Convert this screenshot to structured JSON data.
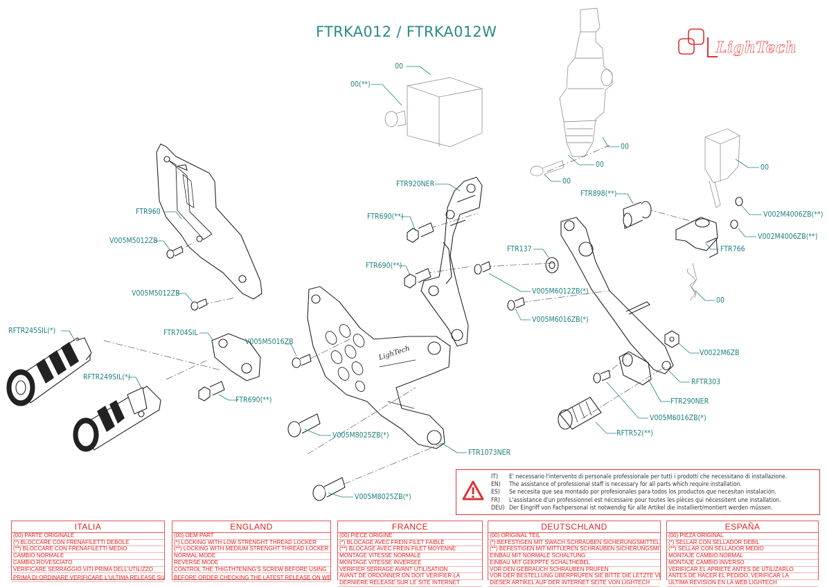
{
  "title": "FTRKA012 / FTRKA012W",
  "brand": {
    "name": "LighTech",
    "color": "#e03030"
  },
  "colors": {
    "label": "#1d7f7f",
    "title": "#2a8a8a",
    "warning": "#d33333"
  },
  "labels": [
    {
      "id": "00-a",
      "text": "00"
    },
    {
      "id": "00-b",
      "text": "00(**)"
    },
    {
      "id": "00-c",
      "text": "00"
    },
    {
      "id": "00-d",
      "text": "00"
    },
    {
      "id": "00-e",
      "text": "00"
    },
    {
      "id": "00-f",
      "text": "00"
    },
    {
      "id": "00-g",
      "text": "00"
    },
    {
      "id": "ftr960",
      "text": "FTR960"
    },
    {
      "id": "v005m5012zb-a",
      "text": "V005M5012ZB"
    },
    {
      "id": "v005m5012zb-b",
      "text": "V005M5012ZB"
    },
    {
      "id": "ftr920ner",
      "text": "FTR920NER"
    },
    {
      "id": "ftr690-a",
      "text": "FTR690(**)"
    },
    {
      "id": "ftr690-b",
      "text": "FTR690(**)"
    },
    {
      "id": "ftr690-c",
      "text": "FTR690(**)"
    },
    {
      "id": "ftr898",
      "text": "FTR898(**)"
    },
    {
      "id": "ftr137",
      "text": "FTR137"
    },
    {
      "id": "v002m4006zb-a",
      "text": "V002M4006ZB(**)"
    },
    {
      "id": "v002m4006zb-b",
      "text": "V002M4006ZB(**)"
    },
    {
      "id": "ftr766",
      "text": "FTR766"
    },
    {
      "id": "v005m6012zb",
      "text": "V005M6012ZB(*)"
    },
    {
      "id": "v005m6016zb-a",
      "text": "V005M6016ZB(*)"
    },
    {
      "id": "v005m6016zb-b",
      "text": "V005M6016ZB(*)"
    },
    {
      "id": "rftr245sil",
      "text": "RFTR245SIL(*)"
    },
    {
      "id": "ftr704sil",
      "text": "FTR704SIL"
    },
    {
      "id": "v005m5016zb",
      "text": "V005M5016ZB"
    },
    {
      "id": "rftr249sil",
      "text": "RFTR249SIL(*)"
    },
    {
      "id": "v0022m6zb",
      "text": "V0022M6ZB"
    },
    {
      "id": "rftr303",
      "text": "RFTR303"
    },
    {
      "id": "ftr290ner",
      "text": "FTR290NER"
    },
    {
      "id": "rftr521",
      "text": "RFTR52(**)"
    },
    {
      "id": "v005m8025zb-a",
      "text": "V005M8025ZB(*)"
    },
    {
      "id": "v005m8025zb-b",
      "text": "V005M8025ZB(*)"
    },
    {
      "id": "ftr1073ner",
      "text": "FTR1073NER"
    }
  ],
  "warning": {
    "codes": [
      "IT)",
      "EN)",
      "ES)",
      "FR)",
      "DEU)"
    ],
    "lines": [
      "E' necessario l'intervento di personale professionale per tutti i prodotti che necessitano di installazione.",
      "The assistance of professional staff is necessary for all parts which require installation.",
      "Se necesita que sea montado por profesionales para todos los productos que necesitan instalación.",
      "L'assistance d'un professionnel est nécessaire pour toutes les pièces qui nécessitent une installation.",
      "Der Eingriff von Fachpersonal ist notwendig  für alle Artikel die installiert/montiert werden müssen."
    ]
  },
  "languages": [
    {
      "name": "ITALIA",
      "lines": [
        "(00) PARTE ORIGINALE",
        "(*)  BLOCCARE CON FRENAFILETTI DEBOLE",
        "(**)  BLOCCARE CON FRENAFILETTI MEDIO",
        "CAMBIO NORMALE",
        "CAMBIO ROVESCIATO",
        "VERIFICARE SERRAGGIO VITI PRIMA DELL'UTILIZZO",
        "PRIMA DI ORDINARE VERIFICARE L'ULTIMA RELEASE SUL SITO"
      ]
    },
    {
      "name": "ENGLAND",
      "lines": [
        "(00) OEM PART",
        "(*)  LOCKING WITH LOW STRENGHT THREAD LOCKER",
        "(**)  LOCKING WITH MEDIUM STRENGHT THREAD LOCKER",
        "NORMAL MODE",
        "REVERSE MODE",
        "CONTROL THE THIGTHTENING'S SCREW BEFORE USING",
        "BEFORE ORDER CHECKING THE LATEST RELEASE ON WEBSITE"
      ]
    },
    {
      "name": "FRANCE",
      "lines": [
        "(00) PIECE ORIGINE",
        "(*)  BLOCAGE AVEC FREIN FILET FAIBLE",
        "(**)  BLOCAGE AVEC FREIN FILET MOYENNE",
        "MONTAGE VITESSE NORMALE",
        "MONTAGE VITESSE INVERSEE",
        "VERIFIER SERRAGE AVANT UTILISATION",
        "AVANT DE ORDONNER ON DOIT VERIFIER LA",
        "DERNIERE RELEASE SUR LE SITE INTERNET"
      ]
    },
    {
      "name": "DEUTSCHLAND",
      "lines": [
        "(00) ORIGINAL TEIL",
        "(*)  BEFESTIGEN MIT SWACH SCHRAUBEN SICHERUNGSMITTEL",
        "(**)  BEFESTIGEN MIT MITTLEREN SCHRAUBEN SICHERUNGSMITTEL",
        "EINBAU MIT NORMALE SCHALTUNG",
        "EINBAU MIT GEKPPTE SCHALTHEBEL",
        "VOR DEN GEBRAUCH SCHRAUBEN PRÜFEN",
        "VOR DER BESTELLUNG ÜBERPRÜFEN SIE BITTE DIE LETZTE VERSION",
        "DIESER ARTIKEL AUF DER INTERNET SEITE VON LIGHTECH"
      ]
    },
    {
      "name": "ESPAÑA",
      "lines": [
        "(00) PIEZA ORIGINAL",
        "(*)  SELLAR CON SELLADOR DEBIL",
        "(**)  SELLAR CON SELLADOR MEDIO",
        "MONTAJE  CAMBIO NORMAL",
        "MONTAJE CAMBIO INVERSO",
        "VERIFICAR EL APRIETE ANTES DE UTILIZARLO",
        "ANTES DE HACER EL PEDIDO, VERIFICAR LA",
        "ULTIMA REVISION EN LA WEB LIGHTECH"
      ]
    }
  ]
}
